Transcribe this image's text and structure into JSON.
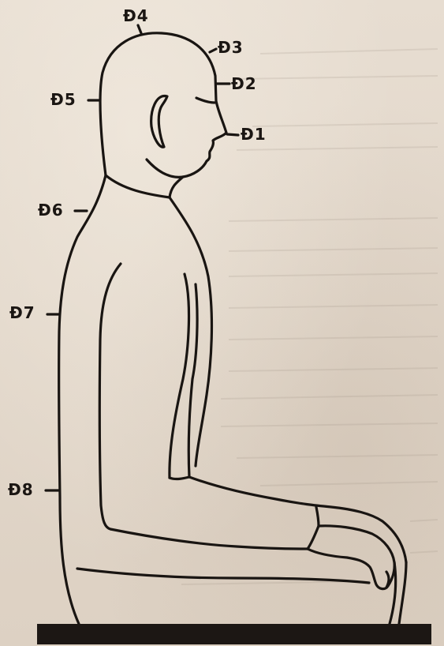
{
  "points": {
    "d1": "Đ1",
    "d2": "Đ2",
    "d3": "Đ3",
    "d4": "Đ4",
    "d5": "Đ5",
    "d6": "Đ6",
    "d7": "Đ7",
    "d8": "Đ8"
  },
  "colors": {
    "paper": "#e3d8cb",
    "ink": "#191512"
  }
}
